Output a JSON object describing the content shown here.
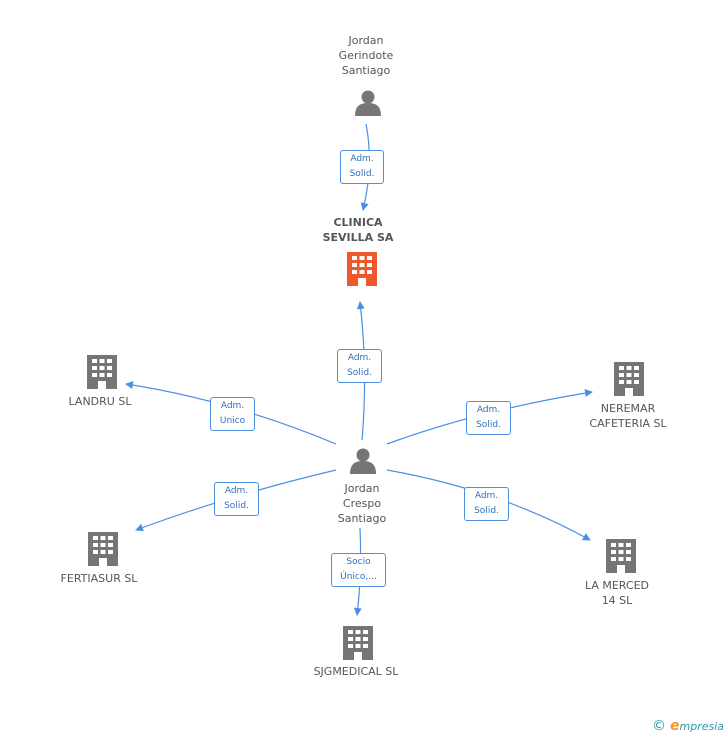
{
  "nodes": {
    "jordan_gerindote": {
      "lines": [
        "Jordan",
        "Gerindote",
        "Santiago"
      ]
    },
    "clinica": {
      "lines": [
        "CLINICA",
        "SEVILLA SA"
      ]
    },
    "jordan_crespo": {
      "lines": [
        "Jordan",
        "Crespo",
        "Santiago"
      ]
    },
    "landru": {
      "lines": [
        "LANDRU SL"
      ]
    },
    "neremar": {
      "lines": [
        "NEREMAR",
        "CAFETERIA SL"
      ]
    },
    "fertiasur": {
      "lines": [
        "FERTIASUR SL"
      ]
    },
    "la_merced": {
      "lines": [
        "LA MERCED",
        "14 SL"
      ]
    },
    "sjgmedical": {
      "lines": [
        "SJGMEDICAL SL"
      ]
    }
  },
  "edges": {
    "gerindote_clinica": [
      "Adm.",
      "Solid."
    ],
    "crespo_clinica": [
      "Adm.",
      "Solid."
    ],
    "crespo_landru": [
      "Adm.",
      "Unico"
    ],
    "crespo_neremar": [
      "Adm.",
      "Solid."
    ],
    "crespo_fertiasur": [
      "Adm.",
      "Solid."
    ],
    "crespo_merced": [
      "Adm.",
      "Solid."
    ],
    "crespo_sjg": [
      "Socio",
      "Único,..."
    ]
  },
  "footer": {
    "copyright": "©",
    "brand_e": "e",
    "brand_rest": "mpresia"
  },
  "colors": {
    "edge": "#4a90e2",
    "node": "#757575",
    "main_node": "#f0572a"
  }
}
